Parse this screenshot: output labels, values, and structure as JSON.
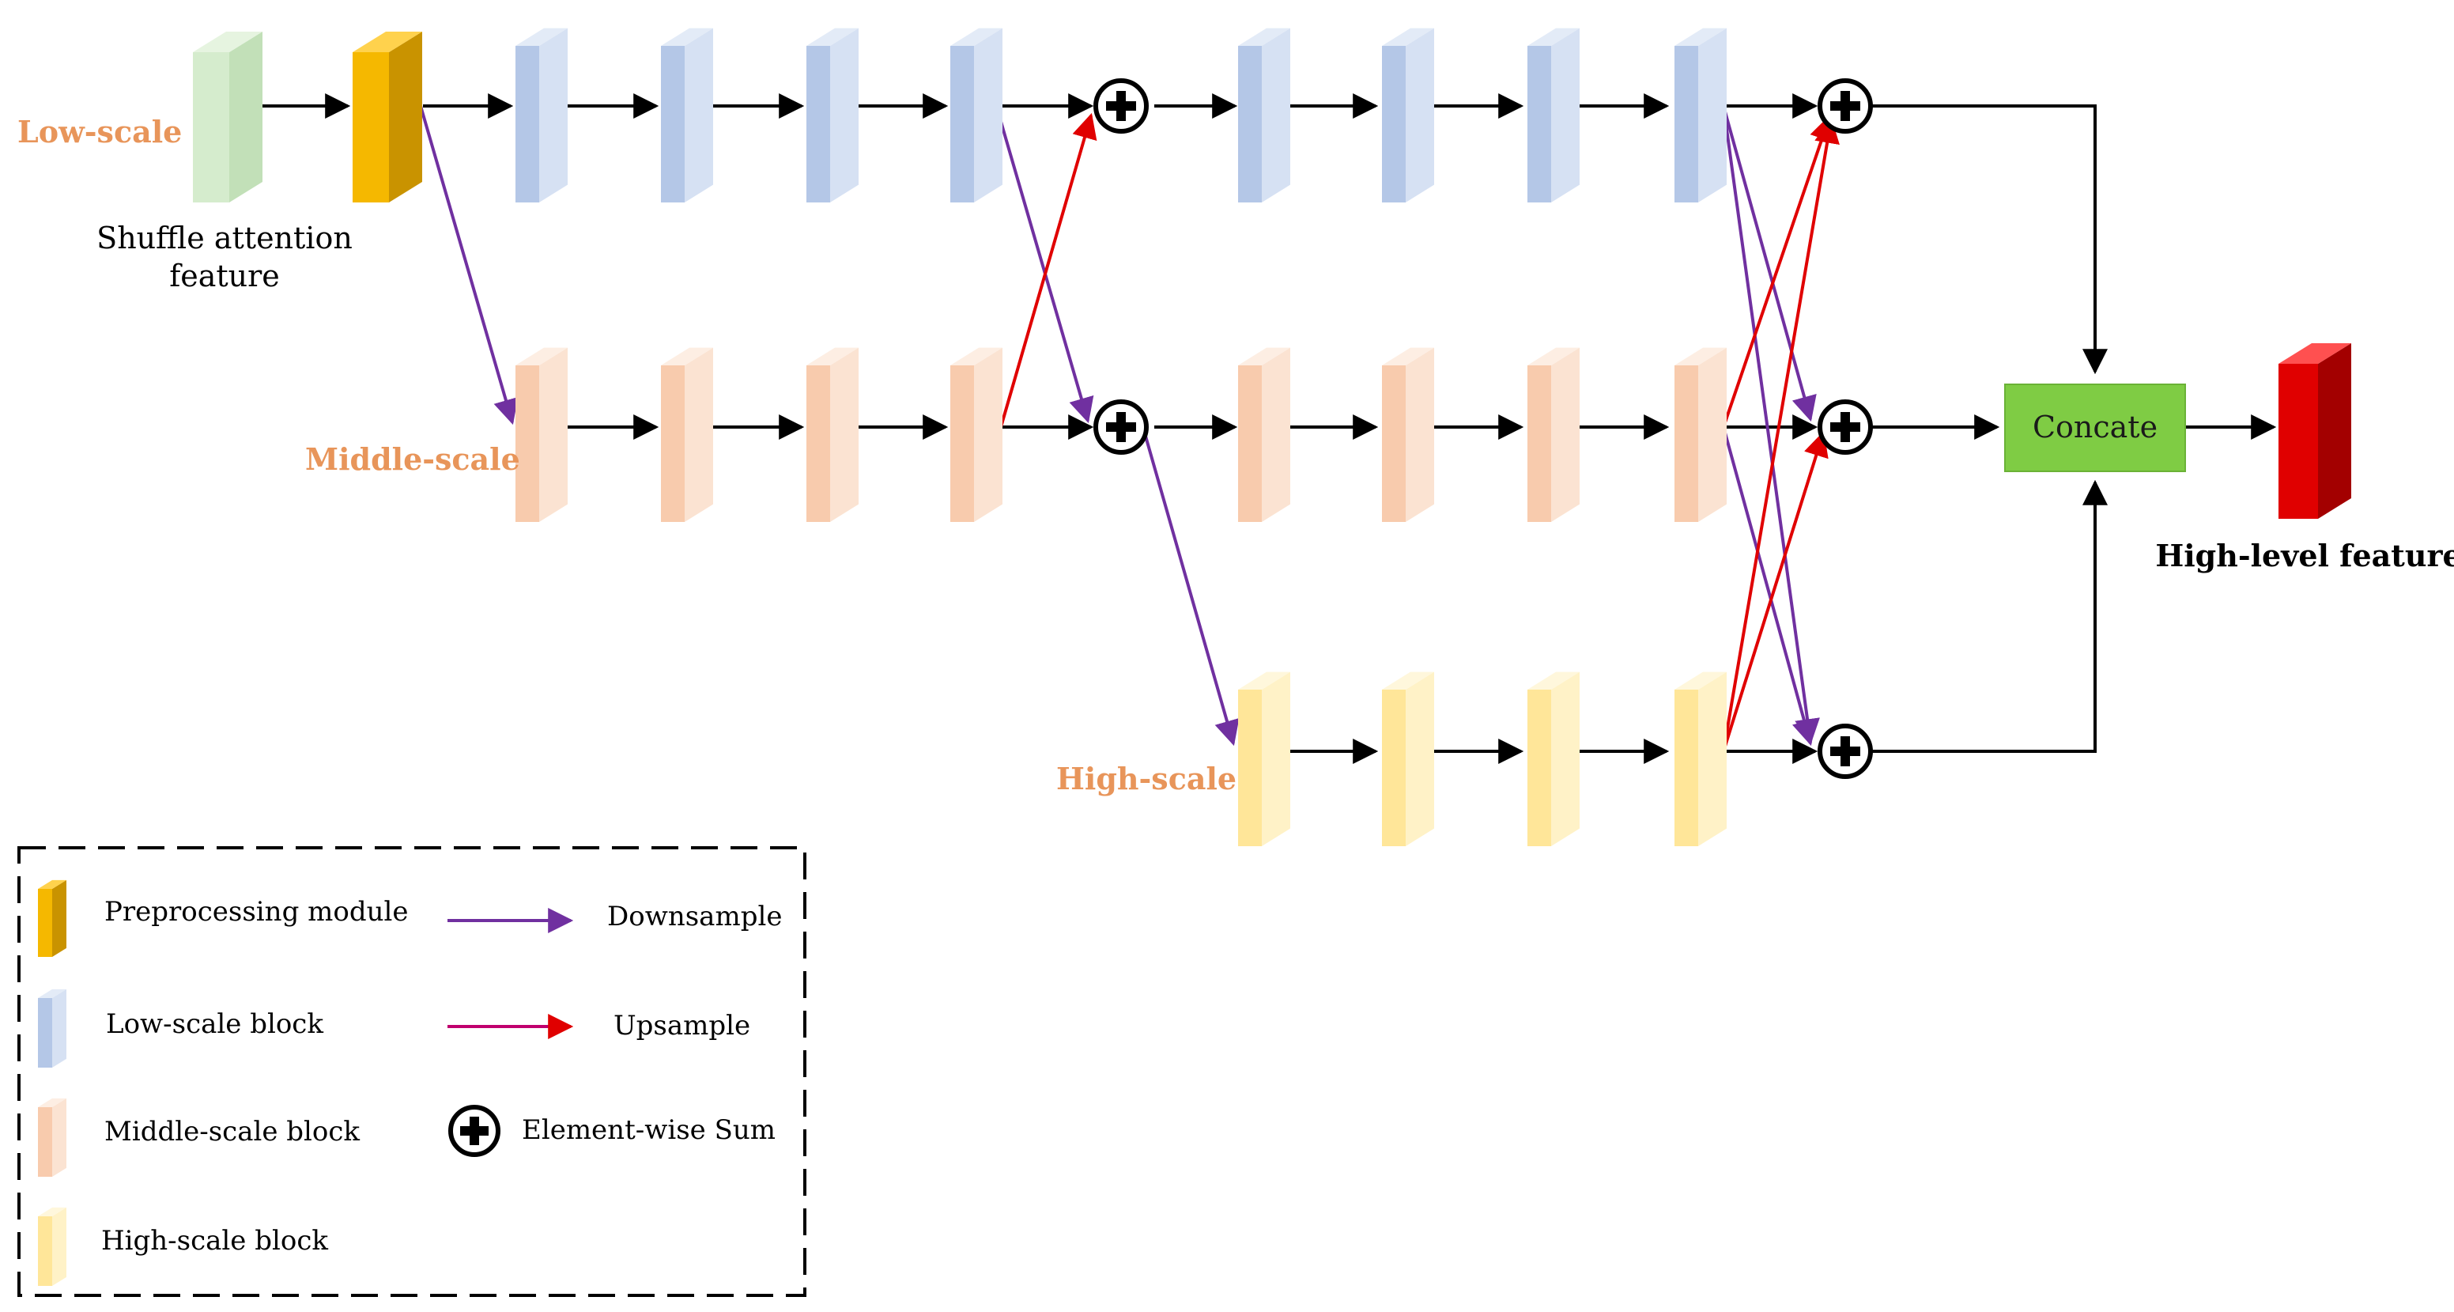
{
  "labels": {
    "low_scale": "Low-scale",
    "middle_scale": "Middle-scale",
    "high_scale": "High-scale",
    "shuffle_attention_line1": "Shuffle attention",
    "shuffle_attention_line2": "feature",
    "concat": "Concate",
    "high_level_feature": "High-level feature"
  },
  "legend": {
    "preprocessing": "Preprocessing module",
    "low_block": "Low-scale block",
    "middle_block": "Middle-scale block",
    "high_block": "High-scale block",
    "downsample": "Downsample",
    "upsample": "Upsample",
    "element_sum": "Element-wise Sum"
  },
  "colors": {
    "shuffle_front": "#d5eccd",
    "shuffle_side": "#c2e0b8",
    "shuffle_top": "#e6f4e0",
    "pre_front": "#f5b800",
    "pre_side": "#c99300",
    "pre_top": "#ffd24d",
    "low_front": "#b4c7e7",
    "low_side": "#d6e1f3",
    "low_top": "#e3ebf7",
    "mid_front": "#f8cbad",
    "mid_side": "#fbe3d2",
    "mid_top": "#fdeee3",
    "high_front": "#ffe699",
    "high_side": "#fff2c7",
    "high_top": "#fff7dc",
    "out_front": "#e00000",
    "out_side": "#a30000",
    "out_top": "#ff5050",
    "concat_fill": "#7fcc44",
    "downsample_arrow": "#7030a0",
    "upsample_arrow": "#e00000",
    "upsample_legend_arrow": "#c0006e",
    "flow_arrow": "#000000"
  }
}
